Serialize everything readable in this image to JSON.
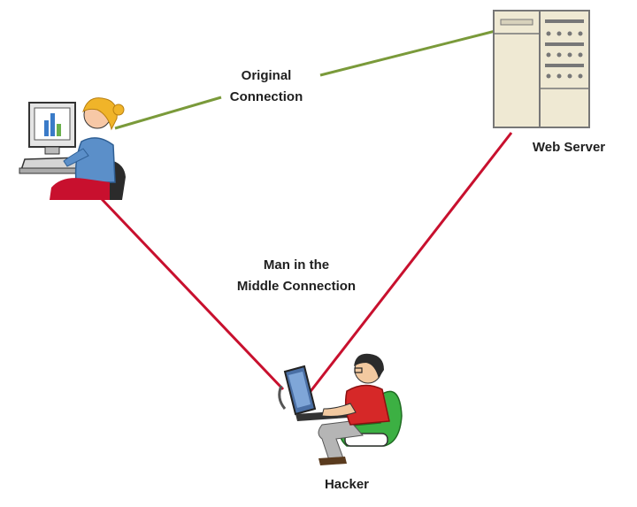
{
  "labels": {
    "original_connection": [
      "Original",
      "Connection"
    ],
    "mitm_connection": [
      "Man in the",
      "Middle Connection"
    ],
    "web_server": "Web Server",
    "hacker": "Hacker"
  },
  "colors": {
    "original_line": "#7a9a3a",
    "mitm_line": "#c8102e",
    "server_body": "#efe9d3",
    "user_shirt": "#5b8fc9",
    "user_hair": "#f0b429",
    "hacker_shirt": "#d62828",
    "hacker_chair": "#3cb043",
    "hacker_pants": "#b5b5b5"
  },
  "icons": {
    "user": "woman-at-computer-icon",
    "server": "web-server-icon",
    "hacker": "man-at-laptop-icon"
  }
}
